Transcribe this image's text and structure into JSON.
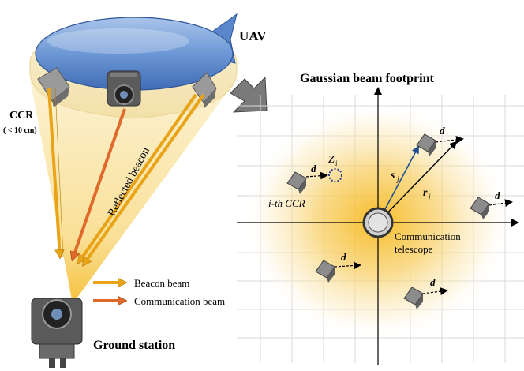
{
  "labels": {
    "uav": "UAV",
    "ccr": "CCR",
    "ccr_size": "( < 10 cm)",
    "reflected_beacon": "Reflected beacon",
    "ground_station": "Ground station",
    "footprint_title": "Gaussian beam footprint",
    "ith_ccr": "i-th CCR",
    "comm_telescope_1": "Communication",
    "comm_telescope_2": "telescope",
    "s_j": "s",
    "s_j_sub": "j",
    "r_j": "r",
    "r_j_sub": "j",
    "z_i": "Z",
    "z_i_sub": "i",
    "d": "d"
  },
  "legend": {
    "beacon": "Beacon beam",
    "communication": "Communication beam"
  },
  "colors": {
    "beacon": "#e8a317",
    "communication": "#e06a2c",
    "uav_body": "#6d98d6",
    "uav_body_dark": "#3f6cb4",
    "footprint_glow": "#f5c12e",
    "ccr_gray": "#8c8c8c",
    "arrow_blue": "#1f4e91"
  },
  "icons": {
    "ccr": "corner-cube-retroreflector-icon",
    "telescope": "telescope-icon",
    "transition_arrow": "block-arrow-icon"
  }
}
